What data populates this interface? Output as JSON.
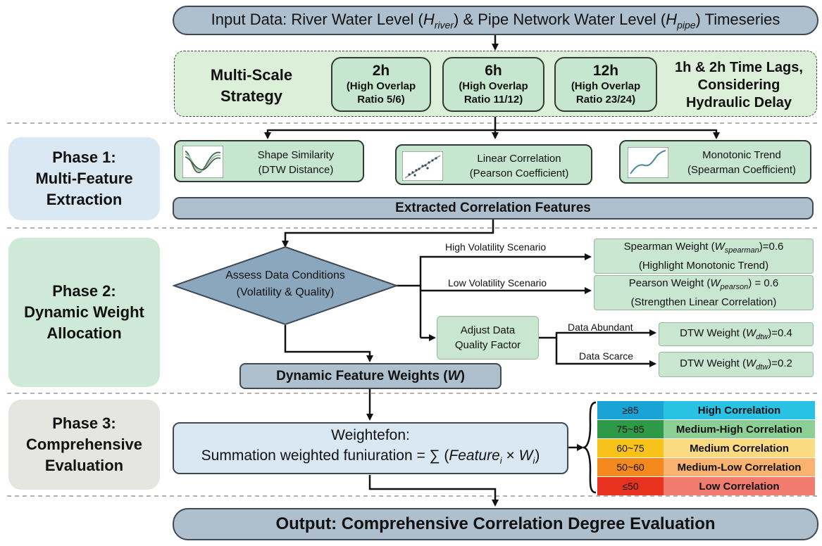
{
  "input": {
    "pre": "Input Data: River Water Level (",
    "h1": "H",
    "s1": "river",
    "mid": ") & Pipe Network Water Level (",
    "h2": "H",
    "s2": "pipe",
    "post": ") Timeseries"
  },
  "multiscale": {
    "title": "Multi-Scale Strategy",
    "windows": [
      {
        "label": "2h",
        "l1": "(High Overlap",
        "l2": "Ratio 5/6)"
      },
      {
        "label": "6h",
        "l1": "(High Overlap",
        "l2": "Ratio 11/12)"
      },
      {
        "label": "12h",
        "l1": "(High Overlap",
        "l2": "Ratio 23/24)"
      }
    ],
    "lags": [
      "1h & 2h Time Lags,",
      "Considering",
      "Hydraulic Delay"
    ]
  },
  "phases": [
    {
      "l1": "Phase 1:",
      "l2": "Multi-Feature",
      "l3": "Extraction",
      "color": "#dae8f3"
    },
    {
      "l1": "Phase 2:",
      "l2": "Dynamic Weight",
      "l3": "Allocation",
      "color": "#cfe9d9"
    },
    {
      "l1": "Phase 3:",
      "l2": "Comprehensive",
      "l3": "Evaluation",
      "color": "#e5e6e2"
    }
  ],
  "features": [
    {
      "title": "Shape Similarity",
      "sub": "(DTW Distance)"
    },
    {
      "title": "Linear Correlation",
      "sub": "(Pearson Coefficient)"
    },
    {
      "title": "Monotonic Trend",
      "sub": "(Spearman Coefficient)"
    }
  ],
  "extracted": "Extracted Correlation Features",
  "assess": {
    "l1": "Assess Data Conditions",
    "l2": "(Volatility & Quality)"
  },
  "scenarios": {
    "high": "High Volatility Scenario",
    "low": "Low Volatility Scenario"
  },
  "spearman": {
    "pre": "Spearman Weight (",
    "w": "W",
    "sub": "spearman",
    "post": ")=0.6",
    "l2": "(Highlight Monotonic Trend)"
  },
  "pearson": {
    "pre": "Pearson Weight (",
    "w": "W",
    "sub": "pearson",
    "post": ") = 0.6",
    "l2": "(Strengthen Linear Correlation)"
  },
  "adjust": {
    "l1": "Adjust Data",
    "l2": "Quality Factor"
  },
  "data_abundant": "Data Abundant",
  "data_scarce": "Data Scarce",
  "dtw_high": {
    "pre": "DTW Weight (",
    "w": "W",
    "sub": "dtw",
    "post": ")=0.4"
  },
  "dtw_low": {
    "pre": "DTW Weight (",
    "w": "W",
    "sub": "dtw",
    "post": ")=0.2"
  },
  "dynamic": {
    "pre": "Dynamic Feature Weights (",
    "w": "W",
    "post": ")"
  },
  "weighted": {
    "l1": "Weightefon:",
    "pre": "Summation weighted funiuration = ∑ (",
    "feat": "Feature",
    "fsub": "i",
    "times": " × ",
    "w": "W",
    "wsub": "i",
    "post": ")"
  },
  "legend": [
    {
      "range": "≥85",
      "label": "High Correlation",
      "c1": "#1aa4d6",
      "c2": "#29c2e4"
    },
    {
      "range": "75~85",
      "label": "Medium-High Correlation",
      "c1": "#2e9a47",
      "c2": "#8ccf95"
    },
    {
      "range": "60~75",
      "label": "Medium Correlation",
      "c1": "#f7c21a",
      "c2": "#fbdb82"
    },
    {
      "range": "50~60",
      "label": "Medium-Low Correlation",
      "c1": "#f48a1e",
      "c2": "#f9b36e"
    },
    {
      "range": "≤50",
      "label": "Low Correlation",
      "c1": "#e6321e",
      "c2": "#f17b6e"
    }
  ],
  "output": "Output: Comprehensive Correlation Degree Evaluation"
}
